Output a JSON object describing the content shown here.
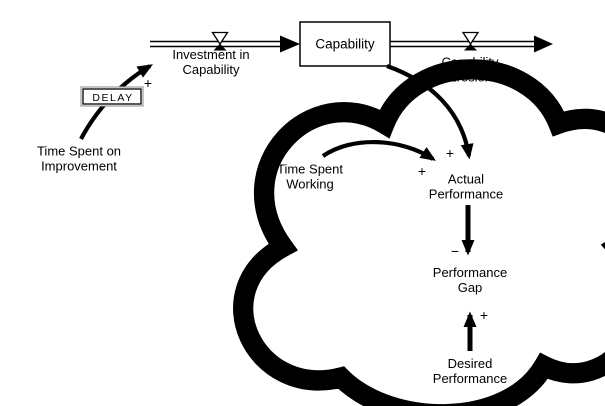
{
  "colors": {
    "ink": "#000000",
    "background": "#ffffff",
    "delay_outer_border": "#9c9c9c"
  },
  "stock": {
    "label": "Capability"
  },
  "flows": {
    "inflow": {
      "line1": "Investment in",
      "line2": "Capability"
    },
    "outflow": {
      "line1": "Capability",
      "line2": "Erosion"
    }
  },
  "delay": {
    "label": "DELAY"
  },
  "variables": {
    "time_spent_on_improvement": {
      "line1": "Time Spent on",
      "line2": "Improvement"
    },
    "time_spent_working": {
      "line1": "Time Spent",
      "line2": "Working"
    },
    "actual_performance": {
      "line1": "Actual",
      "line2": "Performance"
    },
    "performance_gap": {
      "line1": "Performance",
      "line2": "Gap"
    },
    "desired_performance": {
      "line1": "Desired",
      "line2": "Performance"
    }
  },
  "links": {
    "improvement_to_investment": {
      "sign": "+"
    },
    "capability_to_actual": {
      "sign": "+"
    },
    "working_to_actual": {
      "sign": "+"
    },
    "actual_to_gap": {
      "sign": "−"
    },
    "desired_to_gap": {
      "sign": "+"
    }
  }
}
